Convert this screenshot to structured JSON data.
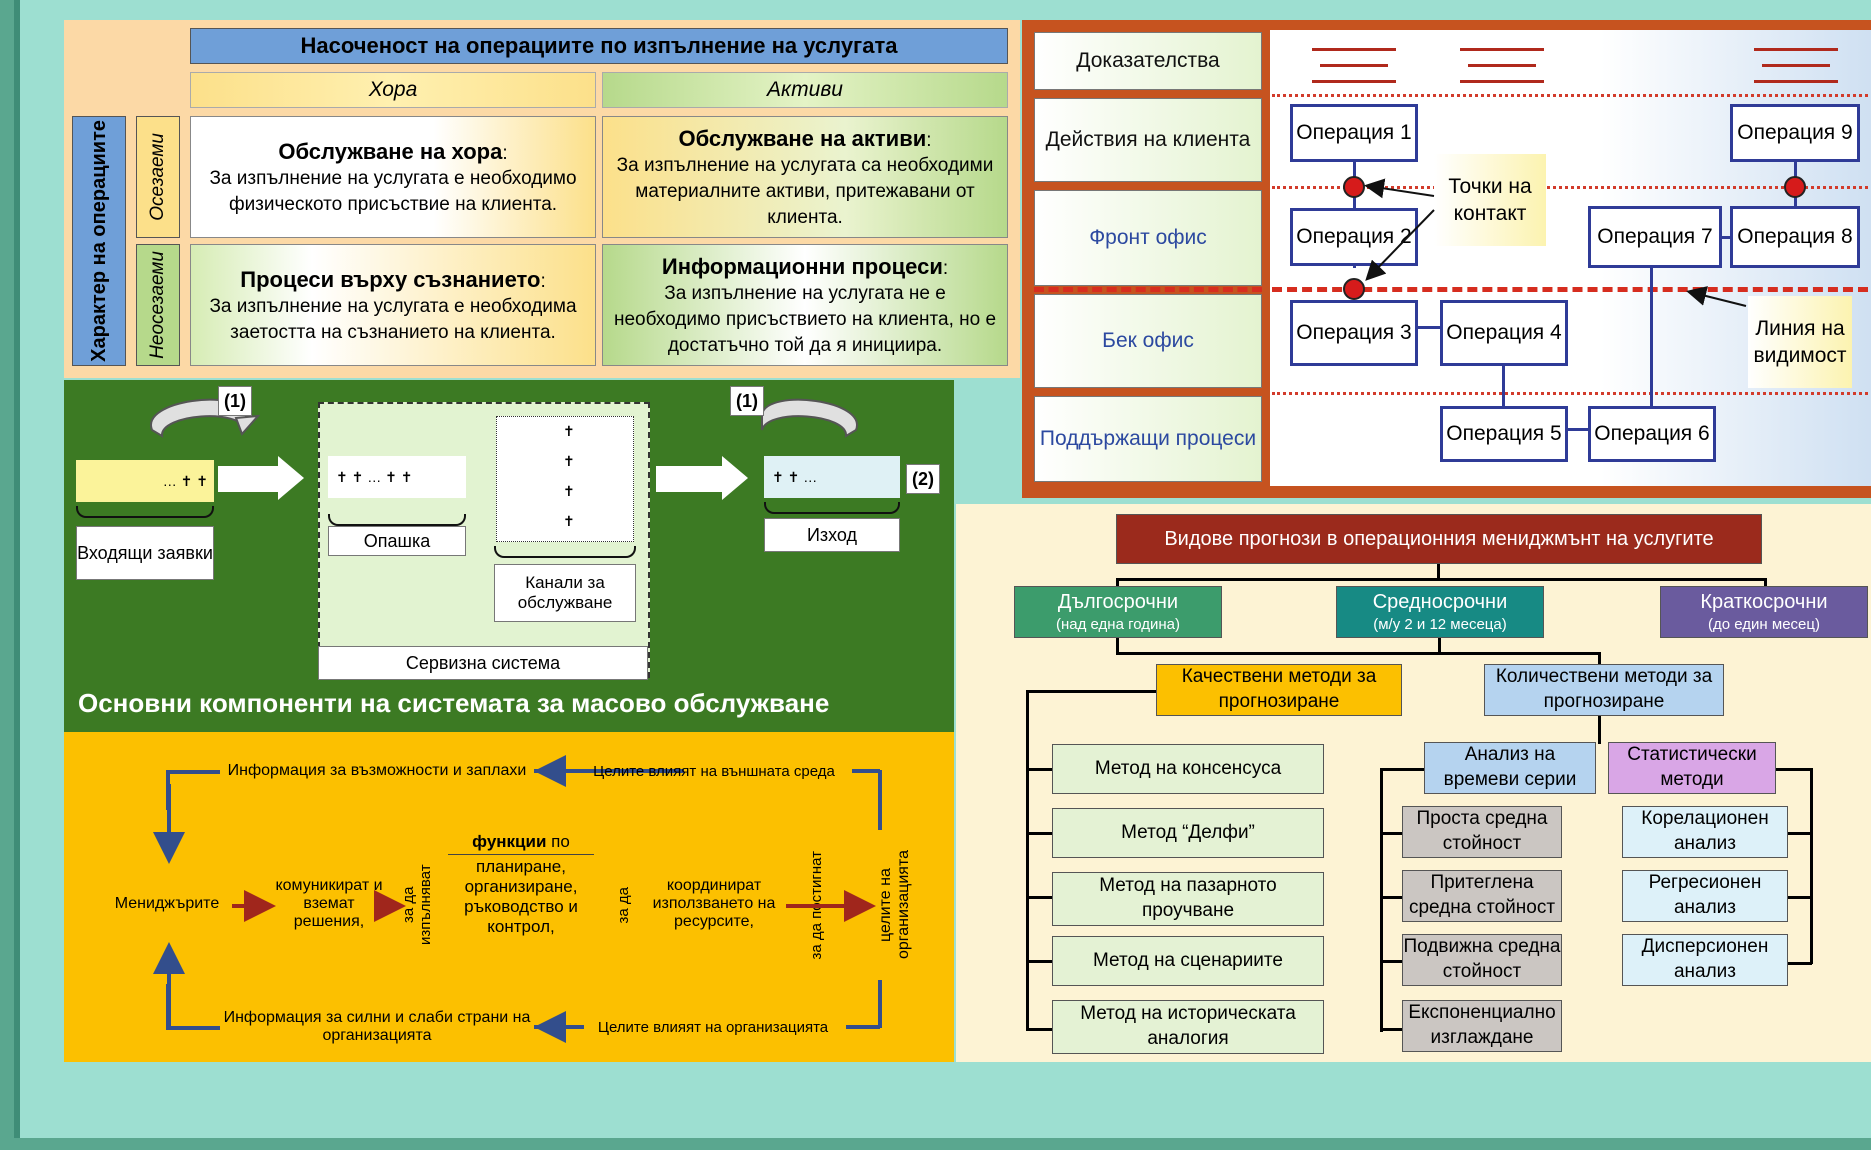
{
  "panel1": {
    "title": "Насоченост на операциите по изпълнение на услугата",
    "col_people": "Хора",
    "col_assets": "Активи",
    "row_header": "Характер на операциите",
    "row_tangible": "Осезаеми",
    "row_intangible": "Неосезаеми",
    "c11_title": "Обслужване на хора",
    "c11_text": "За изпълнение на услугата е необходимо физическото присъствие на клиента.",
    "c12_title": "Обслужване на активи",
    "c12_text": "За изпълнение на услугата са необходими материалните активи, притежавани от клиента.",
    "c21_title": "Процеси върху съзнанието",
    "c21_text": "За изпълнение на услугата е необходима заетостта на съзнанието на клиента.",
    "c22_title": "Информационни процеси",
    "c22_text": "За изпълнение на услугата не е необходимо присъствието на клиента, но е достатъчно той да я инициира.",
    "colon": ":"
  },
  "panel2": {
    "title": "Основни компоненти на системата за масово обслужване",
    "incoming": "Входящи заявки",
    "queue": "Опашка",
    "channels": "Канали за обслужване",
    "service_system": "Сервизна система",
    "exit": "Изход",
    "mark1": "(1)",
    "mark1b": "(1)",
    "mark2": "(2)",
    "queue_in_figs": "… ✝ ✝",
    "queue_figs": "✝ ✝ … ✝ ✝",
    "exit_figs": "✝ ✝ …",
    "channel_fig": "✝"
  },
  "panel3": {
    "info_top": "Информация за възможности и заплахи",
    "info_bottom": "Информация за силни и слаби страни на организацията",
    "managers": "Мениджърите",
    "communicate": "комуникират и вземат решения,",
    "to_perform": "за да изпълняват",
    "functions_bold": "функции",
    "functions_po": "по",
    "functions_rest": "планиране, организиране, ръководство и контрол,",
    "so_that": "за да",
    "coordinate": "координират използването на ресурсите,",
    "to_achieve": "за да постигнат",
    "org_goals": "целите на организацията",
    "goals_env": "Целите влияят на външната среда",
    "goals_org": "Целите влияят на организацията"
  },
  "panel4": {
    "lanes": [
      "Доказателства",
      "Действия на клиента",
      "Фронт офис",
      "Бек офис",
      "Поддържащи процеси"
    ],
    "ops": [
      "Операция 1",
      "Операция 2",
      "Операция 3",
      "Операция 4",
      "Операция 5",
      "Операция 6",
      "Операция 7",
      "Операция 8",
      "Операция 9"
    ],
    "touch_points": "Точки на контакт",
    "visibility_line": "Линия на видимост"
  },
  "panel5": {
    "title": "Видове прогнози в операционния мениджмънт на услугите",
    "long": "Дългосрочни",
    "long_sub": "(над една година)",
    "mid": "Средносрочни",
    "mid_sub": "(м/у 2 и 12 месеца)",
    "short": "Краткосрочни",
    "short_sub": "(до един месец)",
    "qual": "Качествени методи за прогнозиране",
    "quant": "Количествени методи за прогнозиране",
    "qual_methods": [
      "Метод на консенсуса",
      "Метод “Делфи”",
      "Метод на пазарното проучване",
      "Метод на сценариите",
      "Метод на историческата аналогия"
    ],
    "time_series": "Анализ на времеви серии",
    "stat": "Статистически методи",
    "ts_methods": [
      "Проста средна стойност",
      "Притеглена средна стойност",
      "Подвижна средна стойност",
      "Експоненциално изглаждане"
    ],
    "stat_methods": [
      "Корелационен анализ",
      "Регресионен анализ",
      "Дисперсионен анализ"
    ]
  },
  "colors": {
    "background": "#9ddfd1",
    "green_panel": "#3c7a23",
    "yellow_panel": "#fcc000",
    "orange_panel": "#fcd9a6",
    "blueprint_frame": "#c6531f",
    "forecast_title": "#9b2a1c"
  }
}
